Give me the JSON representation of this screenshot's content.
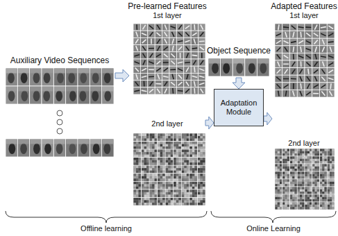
{
  "diagram": {
    "nodes": [
      {
        "text": [
          "Auxiliary Video Sequences"
        ]
      },
      {
        "text": [
          "Pre-learned Features",
          "1st layer"
        ]
      },
      {
        "text": [
          "2nd layer"
        ]
      },
      {
        "text": [
          "Object Sequence"
        ]
      },
      {
        "text": [
          "Adaptation Module"
        ]
      },
      {
        "text": [
          "Adapted Features",
          "1st layer"
        ]
      },
      {
        "text": [
          "2nd layer"
        ]
      }
    ],
    "edges": [
      {
        "from": 0,
        "to": 1,
        "arrow": "to"
      },
      {
        "from": 2,
        "to": 4,
        "arrow": "to"
      },
      {
        "from": 3,
        "to": 4,
        "arrow": "to"
      },
      {
        "from": 4,
        "to": 6,
        "arrow": "to"
      }
    ],
    "labels": [
      "Offline learning",
      "Online Learning"
    ]
  }
}
